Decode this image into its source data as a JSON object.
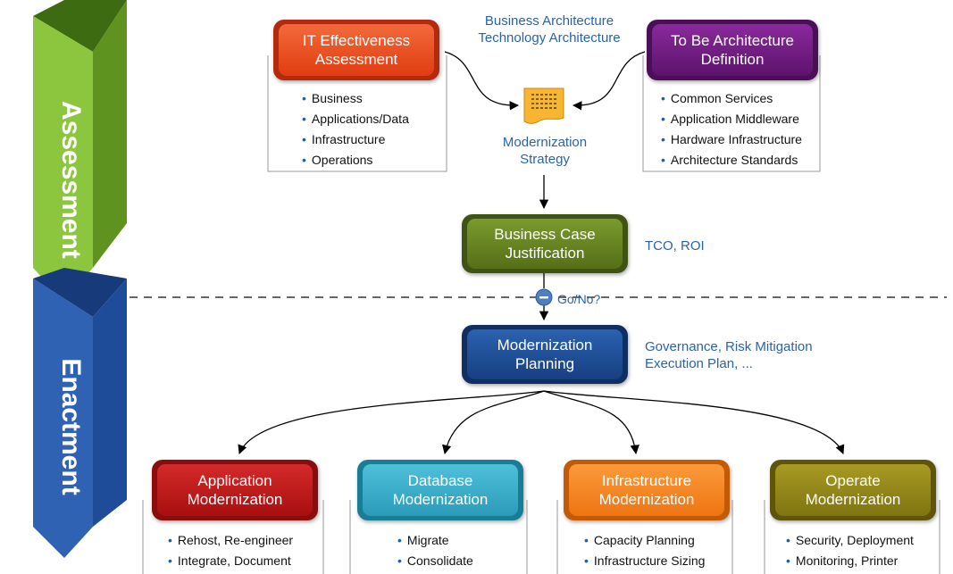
{
  "phases": {
    "assessment": "Assessment",
    "enactment": "Enactment"
  },
  "assessment": {
    "it_effectiveness": {
      "title": "IT Effectiveness\nAssessment",
      "items": [
        "Business",
        "Applications/Data",
        "Infrastructure",
        "Operations"
      ]
    },
    "to_be": {
      "title": "To Be Architecture\nDefinition",
      "items": [
        "Common Services",
        "Application Middleware",
        "Hardware Infrastructure",
        "Architecture Standards"
      ]
    },
    "top_note": "Business Architecture\nTechnology Architecture",
    "strategy_label": "Modernization\nStrategy",
    "business_case": "Business Case\nJustification",
    "business_case_note": "TCO, ROI",
    "decision_label": "Go/No?"
  },
  "enactment": {
    "planning": "Modernization\nPlanning",
    "planning_note": "Governance, Risk Mitigation\nExecution Plan, ...",
    "modules": [
      {
        "title": "Application\nModernization",
        "items": [
          "Rehost, Re-engineer",
          "Integrate, Document"
        ]
      },
      {
        "title": "Database\nModernization",
        "items": [
          "Migrate",
          "Consolidate"
        ]
      },
      {
        "title": "Infrastructure\nModernization",
        "items": [
          "Capacity Planning",
          "Infrastructure Sizing"
        ]
      },
      {
        "title": "Operate\nModernization",
        "items": [
          "Security, Deployment",
          "Monitoring, Printer"
        ]
      }
    ]
  },
  "colors": {
    "it_effectiveness": "#e8491f",
    "to_be": "#6d1a7e",
    "business_case": "#5f7a1e",
    "planning": "#1c4a8c",
    "application": "#c21414",
    "database": "#2aa6c4",
    "infrastructure": "#f37d16",
    "operate": "#8a7d12",
    "assessment_arrow": "#7fb22a",
    "enactment_arrow": "#2356a6",
    "accent_text": "#2a64a8"
  },
  "icons": {
    "strategy": "document-icon",
    "decision": "minus-circle-icon"
  }
}
